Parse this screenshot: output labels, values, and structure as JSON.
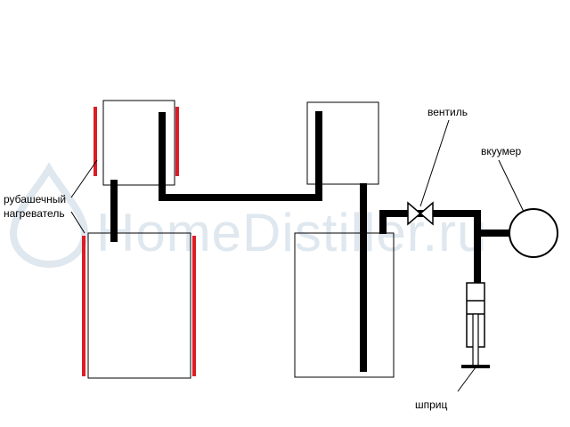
{
  "watermark": {
    "text": "HomeDistiller.ru",
    "color": "#dfe7ef"
  },
  "labels": {
    "jacket_heater_line1": "рубашечный",
    "jacket_heater_line2": "нагреватель",
    "valve": "вентиль",
    "vacuum_gauge": "вкуумер",
    "syringe": "шприц"
  },
  "colors": {
    "pipe": "#000000",
    "heater": "#dd1c24",
    "outline": "#000000",
    "background": "#ffffff"
  }
}
